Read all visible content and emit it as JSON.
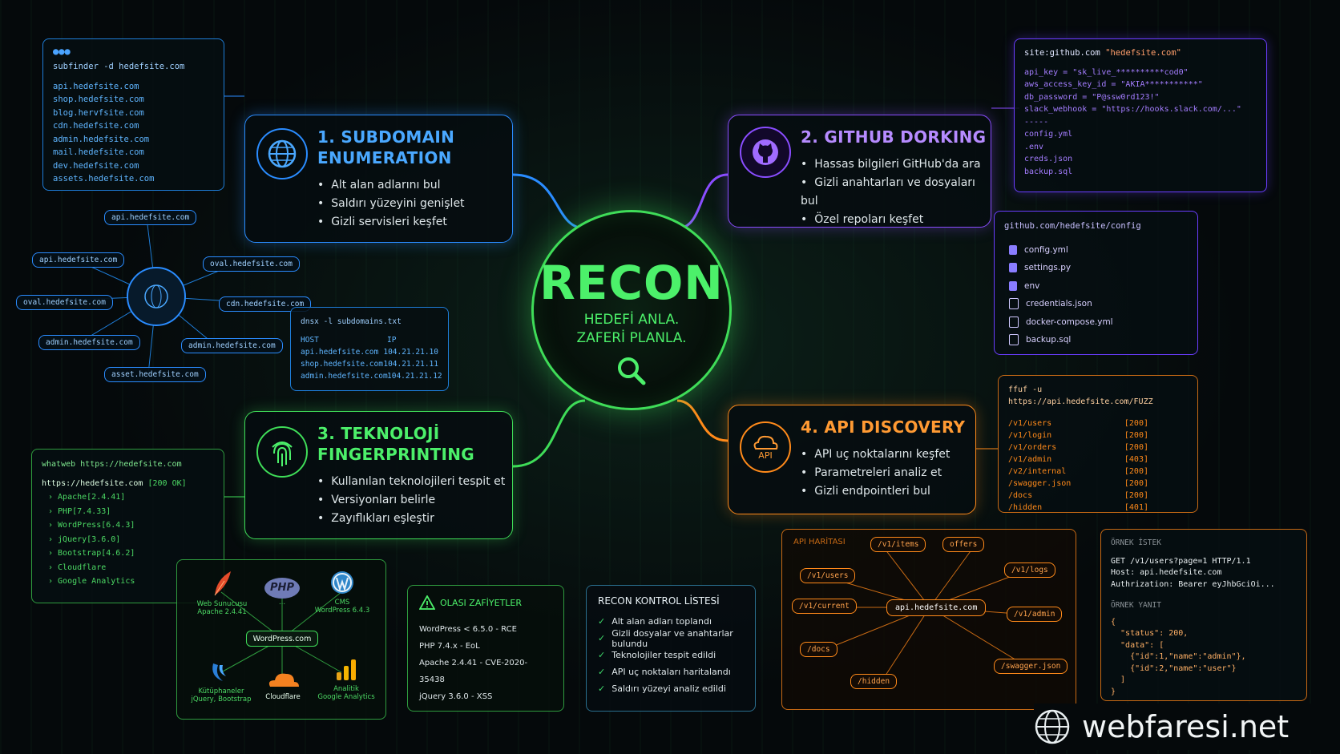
{
  "center": {
    "title": "RECON",
    "line1": "HEDEFİ ANLA.",
    "line2": "ZAFERİ PLANLA."
  },
  "sub_terminal": {
    "command": "subfinder -d hedefsite.com",
    "results": [
      "api.hedefsite.com",
      "shop.hedefsite.com",
      "blog.hervfsite.com",
      "cdn.hedefsite.com",
      "admin.hedefsite.com",
      "mail.hedefsite.com",
      "dev.hedefsite.com",
      "assets.hedefsite.com"
    ]
  },
  "subdomain": {
    "title": "1. SUBDOMAIN",
    "title2": "ENUMERATION",
    "bullets": [
      "Alt alan adlarını bul",
      "Saldırı yüzeyini genişlet",
      "Gizli servisleri keşfet"
    ]
  },
  "sub_graph": {
    "nodes": [
      "api.hedefsite.com",
      "api.hedefsite.com",
      "oval.hedefsite.com",
      "cdn.hedefsite.com",
      "oval.hedefsite.com",
      "admin.hedefsite.com",
      "admin.hedefsite.com",
      "asset.hedefsite.com"
    ]
  },
  "dnsx": {
    "command": "dnsx -l subdomains.txt",
    "col_host": "HOST",
    "col_ip": "IP",
    "rows": [
      {
        "host": "api.hedefsite.com",
        "ip": "104.21.21.10"
      },
      {
        "host": "shop.hedefsite.com",
        "ip": "104.21.21.11"
      },
      {
        "host": "admin.hedefsite.com",
        "ip": "104.21.21.12"
      }
    ]
  },
  "github": {
    "title": "2. GITHUB DORKING",
    "bullets": [
      "Hassas bilgileri GitHub'da ara",
      "Gizli anahtarları ve dosyaları bul",
      "Özel repoları keşfet"
    ]
  },
  "gh_terminal": {
    "query_prefix": "site:github.com ",
    "query_value": "\"hedefsite.com\"",
    "lines": [
      "api_key = \"sk_live_**********cod0\"",
      "aws_access_key_id = \"AKIA***********\"",
      "db_password = \"P@ssw0rd123!\"",
      "slack_webhook = \"https://hooks.slack.com/...\"",
      "-----",
      "config.yml",
      ".env",
      "creds.json",
      "backup.sql"
    ]
  },
  "gh_files": {
    "path": "github.com/hedefsite/config",
    "files": [
      "config.yml",
      "settings.py",
      "env",
      "credentials.json",
      "docker-compose.yml",
      "backup.sql"
    ]
  },
  "tech": {
    "title": "3. TEKNOLOJİ",
    "title2": "FINGERPRINTING",
    "bullets": [
      "Kullanılan teknolojileri tespit et",
      "Versiyonları belirle",
      "Zayıflıkları eşleştir"
    ]
  },
  "whatweb": {
    "command": "whatweb https://hedefsite.com",
    "url": "https://hedefsite.com",
    "code": "[200 OK]",
    "items": [
      "Apache[2.4.41]",
      "PHP[7.4.33]",
      "WordPress[6.4.3]",
      "jQuery[3.6.0]",
      "Bootstrap[4.6.2]",
      "Cloudflare",
      "Google Analytics"
    ]
  },
  "tech_graph": {
    "center": "WordPress.com",
    "web_label": "Web Sunucusu",
    "web_sub": "Apache 2.4.41",
    "php_label": "PHP",
    "php_sub": "...",
    "cms_label": "CMS",
    "cms_sub": "WordPress 6.4.3",
    "lib_label": "Kütüphaneler",
    "lib_sub": "jQuery, Bootstrap",
    "cdn_label": "Cloudflare",
    "an_label": "Analitik",
    "an_sub": "Google Analytics"
  },
  "vuln": {
    "title": "OLASI ZAFİYETLER",
    "items": [
      "WordPress < 6.5.0 - RCE",
      "PHP 7.4.x - EoL",
      "Apache 2.4.41 - CVE-2020-35438",
      "jQuery 3.6.0 - XSS"
    ]
  },
  "checklist": {
    "title": "RECON KONTROL LİSTESİ",
    "items": [
      "Alt alan adları toplandı",
      "Gizli dosyalar ve anahtarlar bulundu",
      "Teknolojiler tespit edildi",
      "API uç noktaları haritalandı",
      "Saldırı yüzeyi analiz edildi"
    ]
  },
  "api": {
    "title": "4. API DISCOVERY",
    "icon_label": "API",
    "bullets": [
      "API uç noktalarını keşfet",
      "Parametreleri analiz et",
      "Gizli endpointleri bul"
    ]
  },
  "ffuf": {
    "command": "ffuf -u https://api.hedefsite.com/FUZZ",
    "rows": [
      {
        "path": "/v1/users",
        "code": "[200]"
      },
      {
        "path": "/v1/login",
        "code": "[200]"
      },
      {
        "path": "/v1/orders",
        "code": "[200]"
      },
      {
        "path": "/v1/admin",
        "code": "[403]"
      },
      {
        "path": "/v2/internal",
        "code": "[200]"
      },
      {
        "path": "/swagger.json",
        "code": "[200]"
      },
      {
        "path": "/docs",
        "code": "[200]"
      },
      {
        "path": "/hidden",
        "code": "[401]"
      }
    ]
  },
  "api_map": {
    "title": "API HARİTASI",
    "center": "api.hedefsite.com",
    "nodes": [
      "/v1/users",
      "/v1/current",
      "/docs",
      "/hidden",
      "/swagger.json",
      "/v1/admin",
      "/v1/logs",
      "offers",
      "/v1/items"
    ]
  },
  "sample": {
    "req_title": "ÖRNEK İSTEK",
    "req": [
      "GET /v1/users?page=1 HTTP/1.1",
      "Host: api.hedefsite.com",
      "Authrization: Bearer eyJhbGciOi..."
    ],
    "res_title": "ÖRNEK YANIT",
    "res": [
      "{",
      "  \"status\": 200,",
      "  \"data\": [",
      "    {\"id\":1,\"name\":\"admin\"},",
      "    {\"id\":2,\"name\":\"user\"}",
      "  ]",
      "}"
    ]
  },
  "brand": {
    "name": "webfaresi.net"
  }
}
